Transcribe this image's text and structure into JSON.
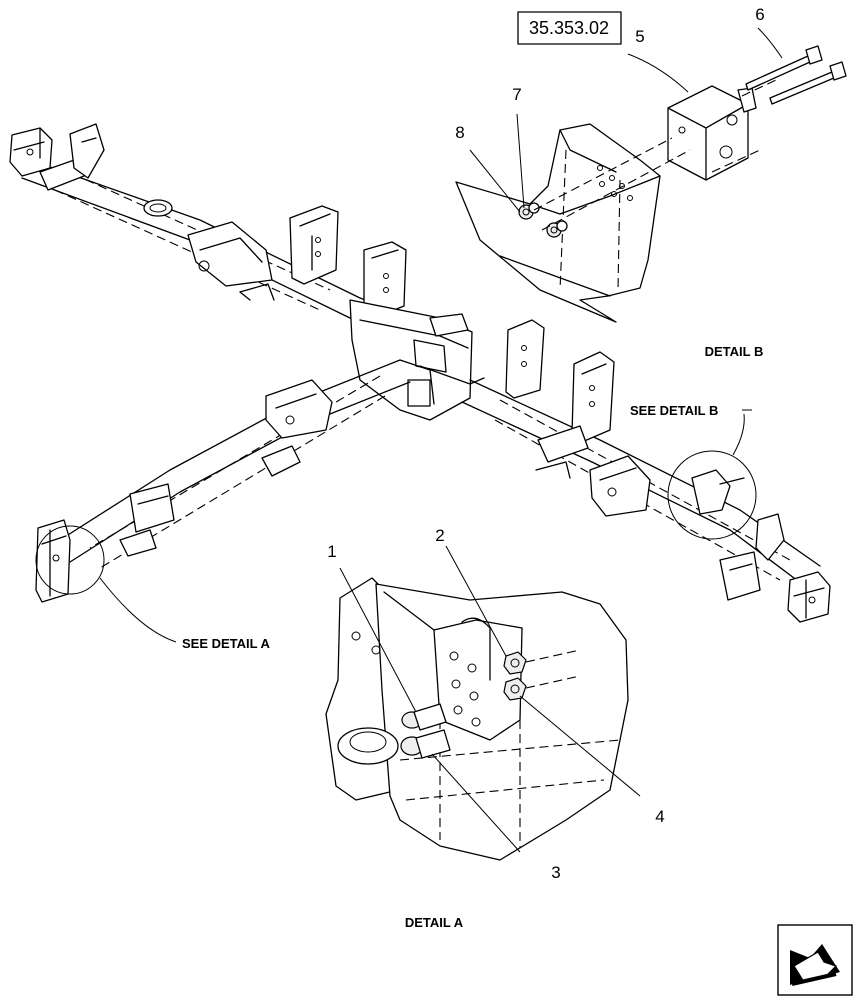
{
  "ref_box": "35.353.02",
  "callouts": {
    "c1": "1",
    "c2": "2",
    "c3": "3",
    "c4": "4",
    "c5": "5",
    "c6": "6",
    "c7": "7",
    "c8": "8"
  },
  "labels": {
    "detail_a": "DETAIL  A",
    "detail_b": "DETAIL  B",
    "see_detail_a": "SEE DETAIL  A",
    "see_detail_b": "SEE DETAIL  B"
  },
  "icons": {
    "nav": "next-page-arrow-icon"
  }
}
